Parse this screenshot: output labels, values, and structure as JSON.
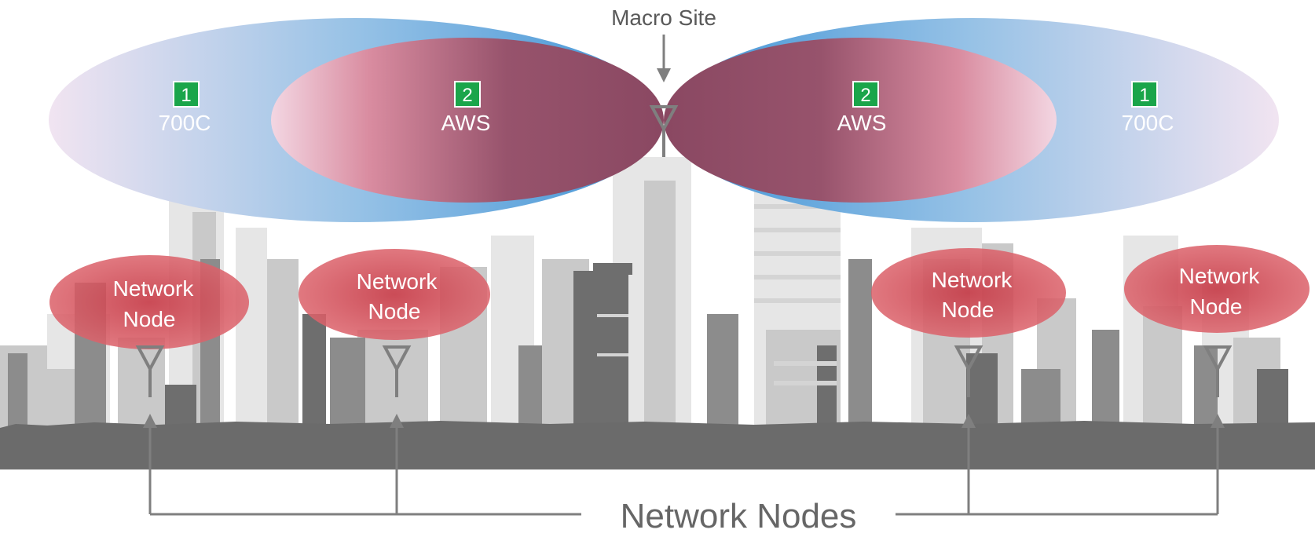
{
  "macro_site": {
    "label": "Macro Site",
    "beams": [
      {
        "badge": "1",
        "band": "700C"
      },
      {
        "badge": "2",
        "band": "AWS"
      },
      {
        "badge": "2",
        "band": "AWS"
      },
      {
        "badge": "1",
        "band": "700C"
      }
    ]
  },
  "network_nodes": {
    "caption": "Network Nodes",
    "nodes": [
      {
        "line1": "Network",
        "line2": "Node"
      },
      {
        "line1": "Network",
        "line2": "Node"
      },
      {
        "line1": "Network",
        "line2": "Node"
      },
      {
        "line1": "Network",
        "line2": "Node"
      }
    ]
  },
  "colors": {
    "blue_lobe": "#5ba3dc",
    "red_lobe": "#8b4a62",
    "node_ellipse": "#d9545d",
    "badge_green": "#1aa54a",
    "skyline": "#6e6e6e",
    "arrow_gray": "#7f7f7f"
  }
}
